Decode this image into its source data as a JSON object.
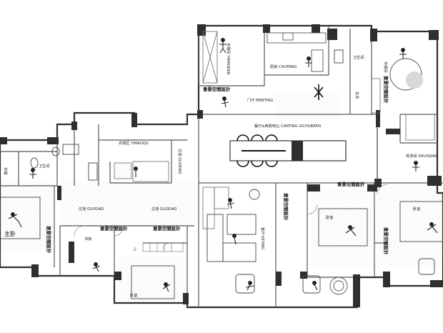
{
  "colors": {
    "wall": "#2f2f2f",
    "line": "#6a6a6a",
    "furniture": "#4a4a4a",
    "floor_hatch": "#d9d9d9",
    "background": "#ffffff"
  },
  "labels": {
    "yimaojian_top": "衣帽间 YIMAOJIAN",
    "chufang": "厨房 CHUFANG",
    "weishengjian_top": "卫生间",
    "yimaojian_right": "衣帽间",
    "menting": "门厅 MENTING",
    "xuanguan": "玄关",
    "canting": "餐厅&西厨吧台 CANTING XICHUBATAI",
    "xishoujian": "梳洗间 SHUXIJIAN",
    "yimaoqu": "衣帽区 YIMAOQU",
    "weishengjian_left": "卫生间",
    "yimao_left": "衣帽",
    "guodao_left": "过道 GUODAO",
    "guodao_mid": "过道 GUODAO",
    "guodao_vertical": "过道 GUODAO",
    "zhuwo": "主卧",
    "shufang": "书房",
    "shang": "上",
    "woshi_bottom": "卧室",
    "woshi_center": "卧室",
    "woshi_right": "卧室",
    "keting": "客厅 KETING"
  },
  "brand": "意景空間設計",
  "icons": [
    "north-compass-icon",
    "person-figure-icon",
    "bed-icon",
    "toilet-icon",
    "sink-icon",
    "sofa-icon",
    "dining-table-icon",
    "armchair-icon"
  ]
}
